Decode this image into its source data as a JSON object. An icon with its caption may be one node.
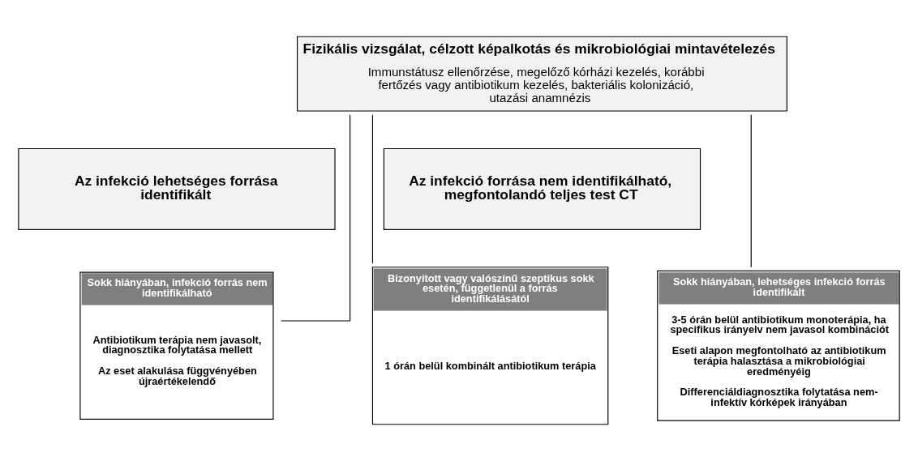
{
  "diagram": {
    "nodes": [
      {
        "text": [
          "Fizikális vizsgálat, célzott képalkotás és mikrobiológiai mintavételezés",
          "Immunstátusz ellenőrzése, megelőző kórházi kezelés, korábbi fertőzés vagy antibiotikum kezelés, bakteriális kolonizáció, utazási anamnézis"
        ]
      },
      {
        "text": [
          "Az infekció lehetséges forrása identifikált"
        ]
      },
      {
        "text": [
          "Az infekció forrása nem identifikálható, megfontolandó teljes test CT"
        ]
      },
      {
        "text": [
          "Bizonyított vagy valószínű szeptikus sokk esetén, függetlenül a forrás identifikálásától",
          "1 órán belül kombinált antibiotikum terápia"
        ]
      },
      {
        "text": [
          "Sokk hiányában, lehetséges infekció forrás identifikált",
          "3-5 órán belül antibiotikum monoterápia, ha specifikus irányelv nem javasol kombinációt",
          "Eseti alapon megfontolható az antibiotikum terápia halasztása a mikrobiológiai eredményéig",
          "Differenciáldiagnosztika folytatása nem-infektív kórképek irányában"
        ]
      },
      {
        "text": [
          "Sokk hiányában, infekció forrás nem identifikálható",
          "Antibiotikum terápia nem javasolt, diagnosztika folytatása mellett",
          "Az eset alakulása függvényében újraértékelendő"
        ]
      }
    ],
    "edges": [
      {
        "from": 0,
        "to": 3,
        "arrow": "none"
      },
      {
        "from": 0,
        "to": 4,
        "arrow": "none"
      },
      {
        "from": 0,
        "to": 5,
        "arrow": "none"
      }
    ]
  }
}
